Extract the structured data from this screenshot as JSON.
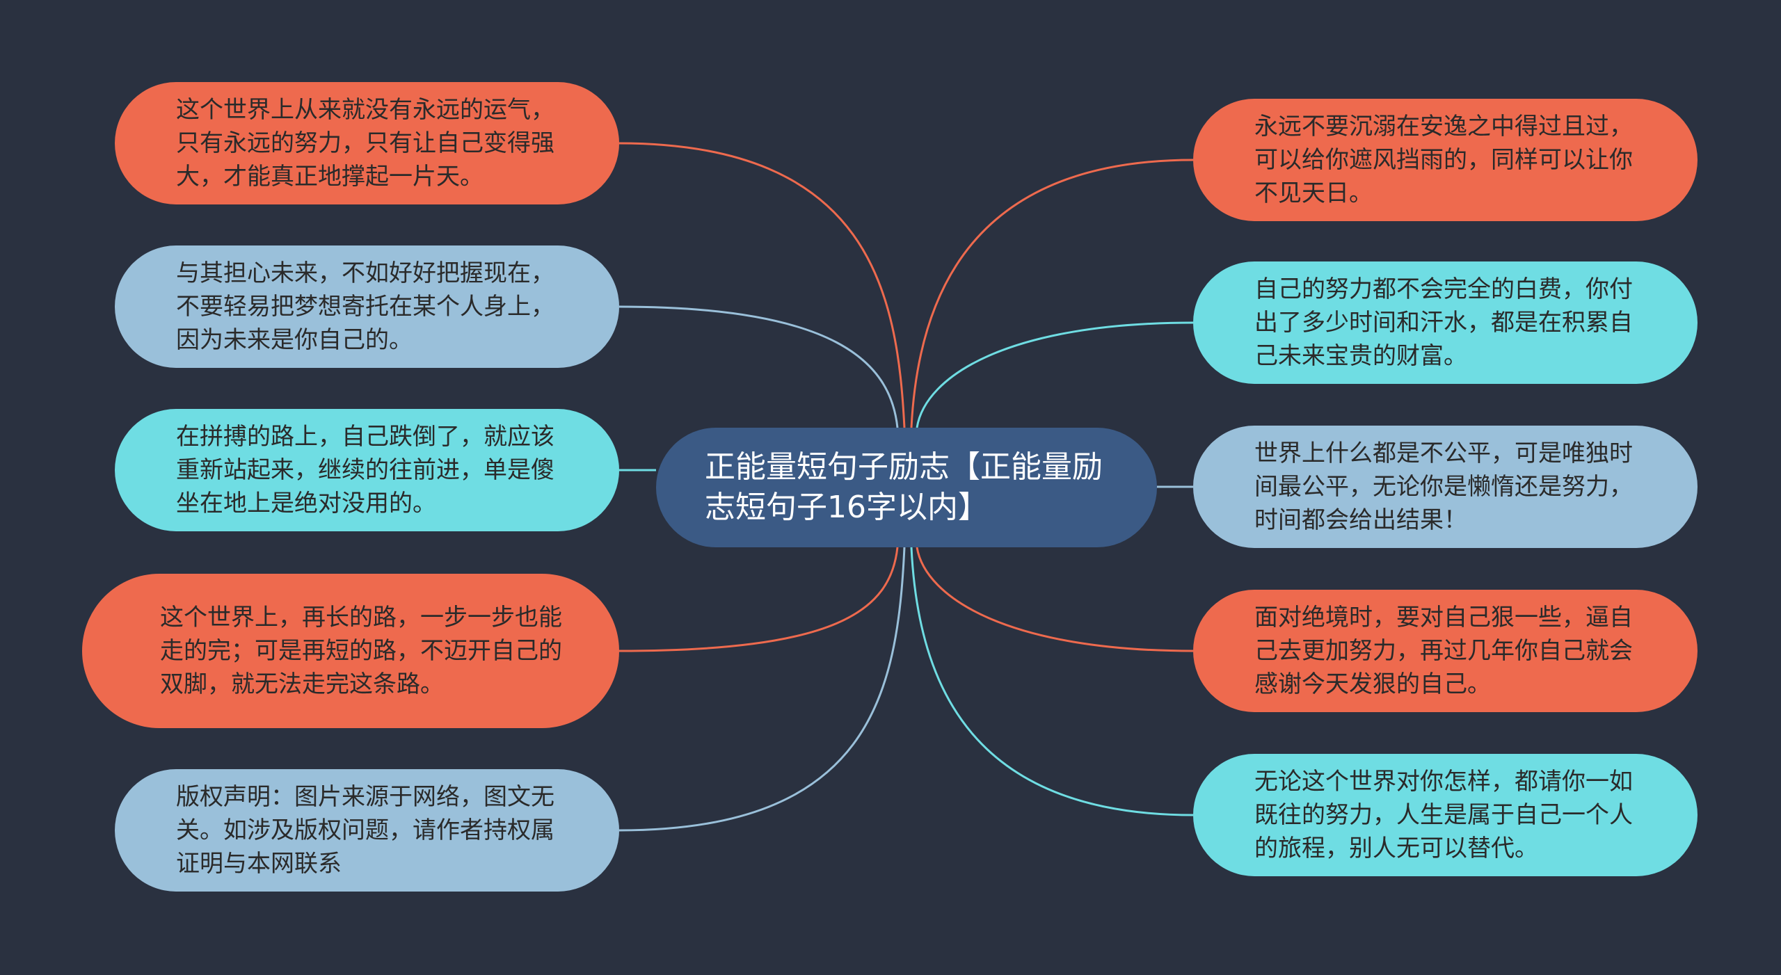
{
  "mindmap": {
    "center": {
      "label": "正能量短句子励志【正能量励志短句子16字以内】"
    },
    "left": [
      {
        "id": "l1",
        "label": "这个世界上从来就没有永远的运气，只有永远的努力，只有让自己变得强大，才能真正地撑起一片天。",
        "color": "#ee6a4e"
      },
      {
        "id": "l2",
        "label": "与其担心未来，不如好好把握现在，不要轻易把梦想寄托在某个人身上，因为未来是你自己的。",
        "color": "#9ac0da"
      },
      {
        "id": "l3",
        "label": "在拼搏的路上，自己跌倒了，就应该重新站起来，继续的往前进，单是傻坐在地上是绝对没用的。",
        "color": "#6fdde3"
      },
      {
        "id": "l4",
        "label": "这个世界上，再长的路，一步一步也能走的完；可是再短的路，不迈开自己的双脚，就无法走完这条路。",
        "color": "#ee6a4e"
      },
      {
        "id": "l5",
        "label": "版权声明：图片来源于网络，图文无关。如涉及版权问题，请作者持权属证明与本网联系",
        "color": "#9ac0da"
      }
    ],
    "right": [
      {
        "id": "r1",
        "label": "永远不要沉溺在安逸之中得过且过，可以给你遮风挡雨的，同样可以让你不见天日。",
        "color": "#ee6a4e"
      },
      {
        "id": "r2",
        "label": "自己的努力都不会完全的白费，你付出了多少时间和汗水，都是在积累自己未来宝贵的财富。",
        "color": "#6fdde3"
      },
      {
        "id": "r3",
        "label": "世界上什么都是不公平，可是唯独时间最公平，无论你是懒惰还是努力，时间都会给出结果！",
        "color": "#9ac0da"
      },
      {
        "id": "r4",
        "label": "面对绝境时，要对自己狠一些，逼自己去更加努力，再过几年你自己就会感谢今天发狠的自己。",
        "color": "#ee6a4e"
      },
      {
        "id": "r5",
        "label": "无论这个世界对你怎样，都请你一如既往的努力，人生是属于自己一个人的旅程，别人无可以替代。",
        "color": "#6fdde3"
      }
    ]
  }
}
